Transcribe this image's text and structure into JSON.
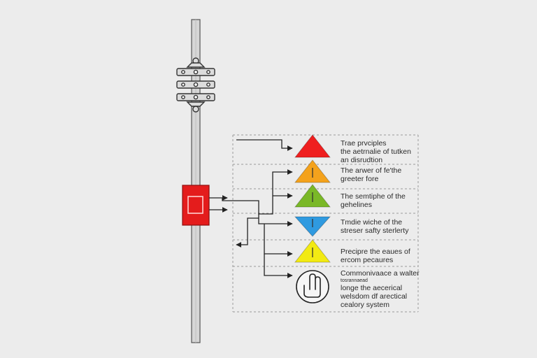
{
  "diagram": {
    "colors": {
      "background": "#ececec",
      "pole": "#d6d6d6",
      "line": "#222222",
      "box": "#e41c1c",
      "dashed": "#9a9a9a"
    },
    "items": [
      {
        "color": "#ef1f1f",
        "orientation": "up",
        "icon": "warning-triangle-red",
        "lines": [
          "Trae prvciples",
          "the aetrnalie of tutken",
          "an disrudtion"
        ]
      },
      {
        "color": "#f4a21c",
        "orientation": "up",
        "icon": "warning-triangle-orange",
        "lines": [
          "The arwer of fe'the",
          "greeter fore"
        ]
      },
      {
        "color": "#7ab827",
        "orientation": "up",
        "icon": "warning-triangle-green",
        "lines": [
          "The semtiphe of the",
          "gehelines"
        ]
      },
      {
        "color": "#2f9ae0",
        "orientation": "down",
        "icon": "warning-triangle-blue",
        "lines": [
          "Tmdie wiche of the",
          "streser safty sterlerty"
        ]
      },
      {
        "color": "#f2ea13",
        "orientation": "up",
        "icon": "warning-triangle-yellow",
        "lines": [
          "Precipre the eaues of",
          "ercom pecaures"
        ]
      },
      {
        "color": "#ececec",
        "orientation": "circle",
        "icon": "hand-touch-icon",
        "lines": [
          "Commonivaace a walter",
          "tosrannaead",
          "longe the aecerical",
          "welsdom df arectical",
          "cealory system"
        ]
      }
    ]
  }
}
